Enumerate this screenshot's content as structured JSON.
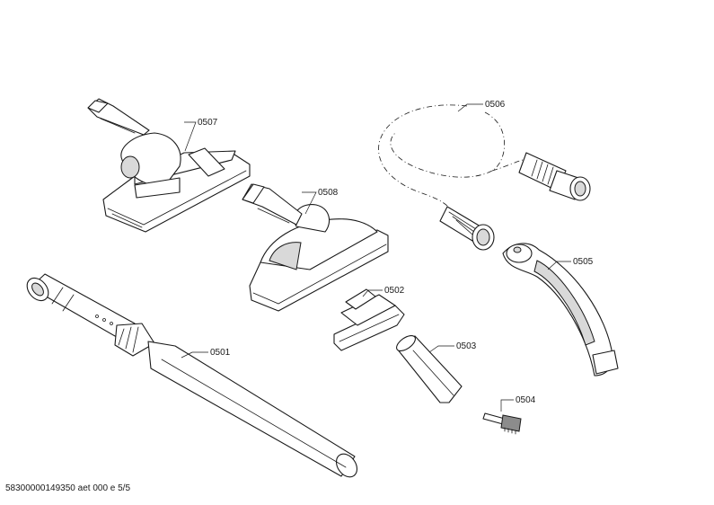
{
  "parts": {
    "p0501": "0501",
    "p0502": "0502",
    "p0503": "0503",
    "p0504": "0504",
    "p0505": "0505",
    "p0506": "0506",
    "p0507": "0507",
    "p0508": "0508"
  },
  "footer": {
    "document_id": "58300000149350 aet 000 e 5/5"
  }
}
